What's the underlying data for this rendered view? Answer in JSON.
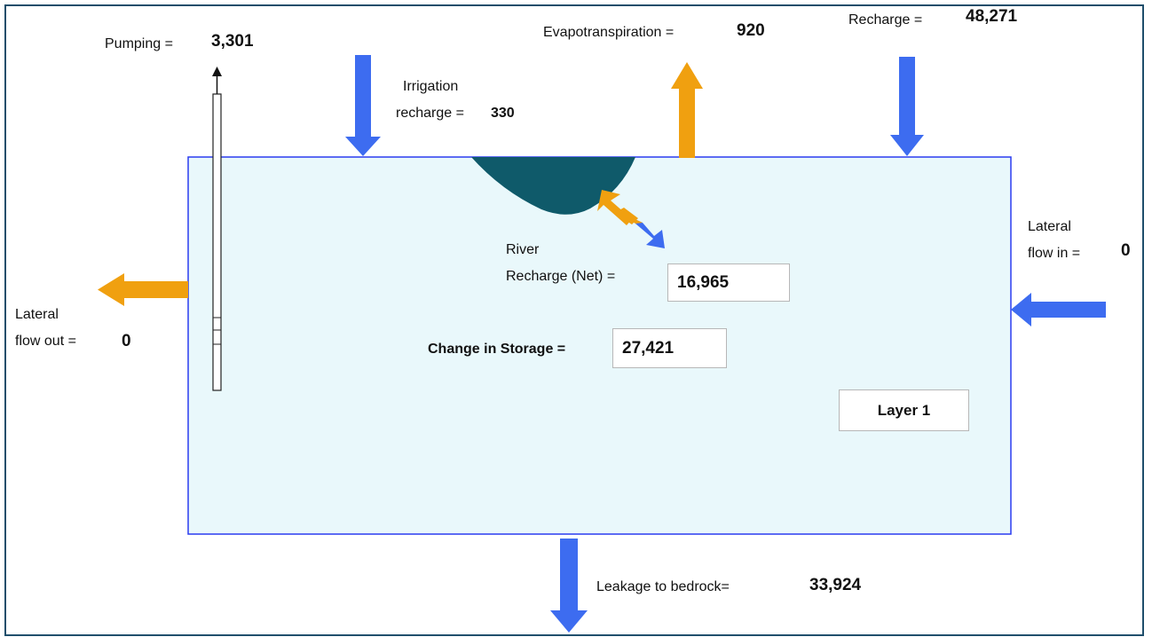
{
  "colors": {
    "aquifer_fill": "#e9f8fb",
    "aquifer_border": "#2a3cf0",
    "inflow_arrow": "#3d6cf0",
    "outflow_arrow": "#f0a010",
    "river": "#0f5a6a",
    "frame": "#1f4e6b"
  },
  "pumping": {
    "label": "Pumping =",
    "value": "3,301"
  },
  "irrigation": {
    "label_line1": "Irrigation",
    "label_line2": "recharge =",
    "value": "330"
  },
  "evapotranspiration": {
    "label": "Evapotranspiration =",
    "value": "920"
  },
  "recharge": {
    "label": "Recharge =",
    "value": "48,271"
  },
  "lateral_in": {
    "label_line1": "Lateral",
    "label_line2": "flow in =",
    "value": "0"
  },
  "lateral_out": {
    "label_line1": "Lateral",
    "label_line2": "flow out =",
    "value": "0"
  },
  "river": {
    "label_line1": "River",
    "label_line2": "Recharge (Net) =",
    "value": "16,965"
  },
  "storage": {
    "label": "Change in Storage =",
    "value": "27,421"
  },
  "layer": {
    "label": "Layer 1"
  },
  "leakage": {
    "label": "Leakage to bedrock=",
    "value": "33,924"
  }
}
